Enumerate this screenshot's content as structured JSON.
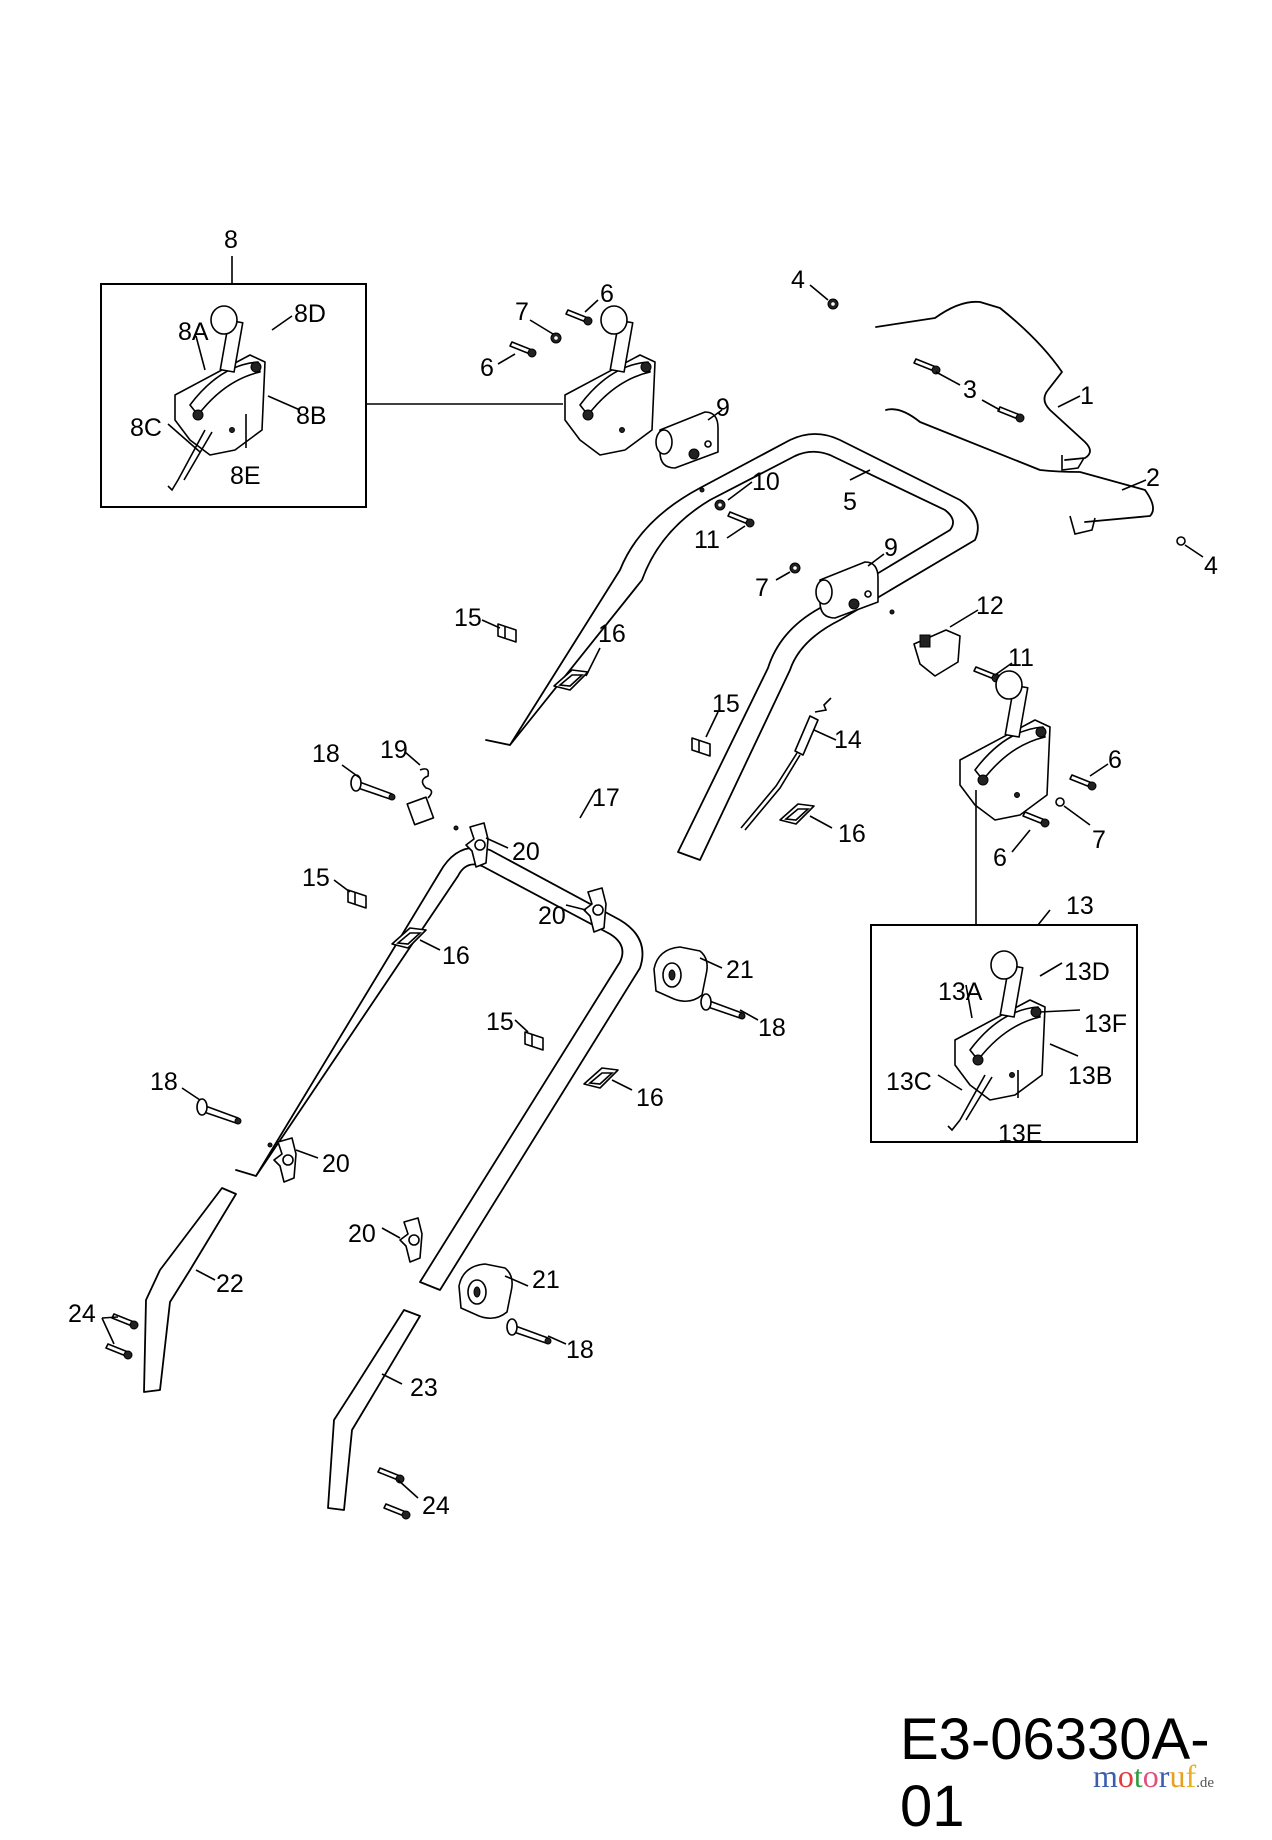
{
  "diagram": {
    "drawing_code": "E3-06330A-01",
    "watermark": {
      "letters": [
        {
          "ch": "m",
          "color": "#3b5db0"
        },
        {
          "ch": "o",
          "color": "#e23b3b"
        },
        {
          "ch": "t",
          "color": "#2e9b3e"
        },
        {
          "ch": "o",
          "color": "#e2507d"
        },
        {
          "ch": "r",
          "color": "#3b5db0"
        },
        {
          "ch": "u",
          "color": "#e8a020"
        },
        {
          "ch": "f",
          "color": "#e8b020"
        }
      ],
      "suffix": ".de"
    },
    "callouts": {
      "p8": "8",
      "p8a": "8A",
      "p8b": "8B",
      "p8c": "8C",
      "p8d": "8D",
      "p8e": "8E",
      "p7a": "7",
      "p6a": "6",
      "p6b": "6",
      "p4a": "4",
      "p3": "3",
      "p1": "1",
      "p2": "2",
      "p4b": "4",
      "p9a": "9",
      "p10": "10",
      "p5": "5",
      "p11a": "11",
      "p9b": "9",
      "p7b": "7",
      "p15a": "15",
      "p16a": "16",
      "p12": "12",
      "p11b": "11",
      "p15b": "15",
      "p14": "14",
      "p6c": "6",
      "p16b": "16",
      "p7c": "7",
      "p6d": "6",
      "p18a": "18",
      "p19": "19",
      "p17": "17",
      "p20a": "20",
      "p15c": "15",
      "p13": "13",
      "p20b": "20",
      "p16c": "16",
      "p21a": "21",
      "p18b": "18",
      "p13d": "13D",
      "p13a": "13A",
      "p13f": "13F",
      "p13b": "13B",
      "p13c": "13C",
      "p13e": "13E",
      "p15d": "15",
      "p16d": "16",
      "p18c": "18",
      "p20c": "20",
      "p20d": "20",
      "p21b": "21",
      "p22": "22",
      "p24a": "24",
      "p18d": "18",
      "p23": "23",
      "p24b": "24"
    }
  }
}
